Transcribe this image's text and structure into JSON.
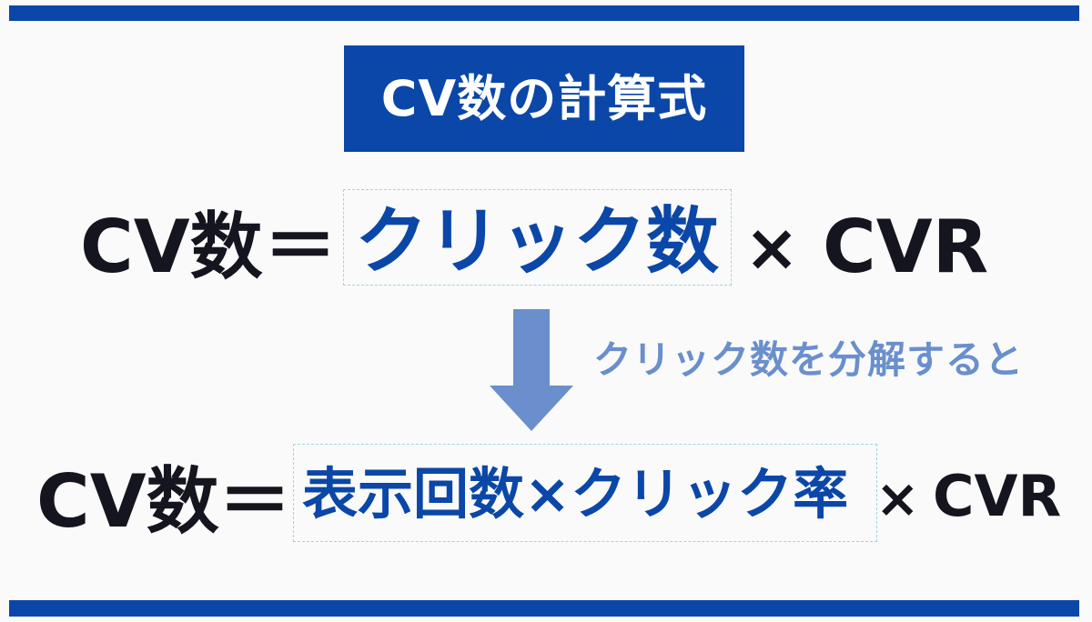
{
  "title": "CV数の計算式",
  "formula1": {
    "lhs": "CV数",
    "equals": "＝",
    "highlight": "クリック数",
    "times": "×",
    "rhs": "CVR"
  },
  "transition": {
    "note": "クリック数を分解すると"
  },
  "formula2": {
    "lhs": "CV数",
    "equals": "＝",
    "highlight": "表示回数×クリック率",
    "times": "×",
    "rhs": "CVR"
  },
  "colors": {
    "brand_blue": "#0b47a8",
    "text_dark": "#15151f",
    "arrow_blue": "#6a8fcc",
    "highlight_border": "#9fd6dc"
  },
  "icons": {
    "arrow": "arrow-down-icon"
  }
}
